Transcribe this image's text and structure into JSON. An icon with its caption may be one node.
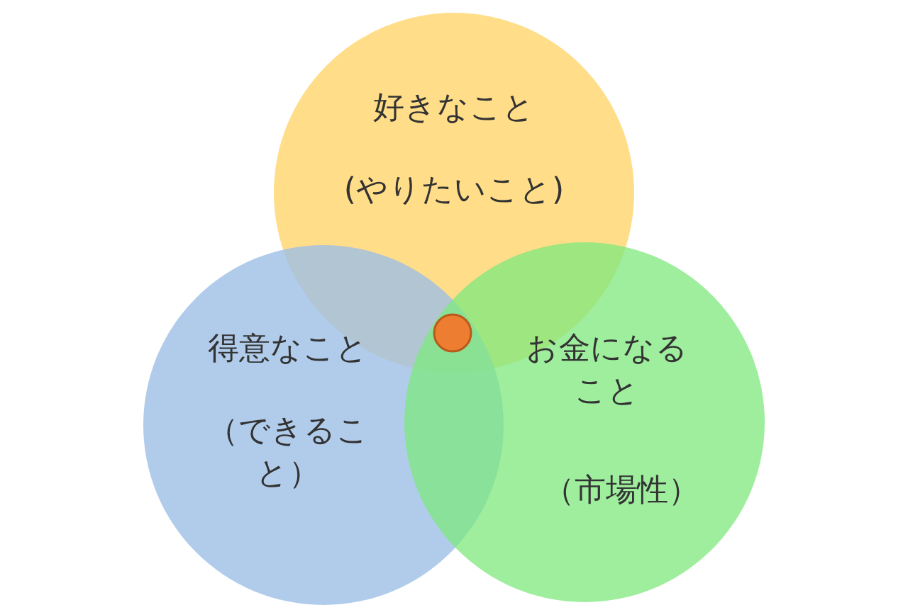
{
  "diagram": {
    "nodes": [
      {
        "text": [
          "好きなこと",
          "(やりたいこと)"
        ]
      },
      {
        "text": [
          "得意なこと",
          "（できること）"
        ]
      },
      {
        "text": [
          "お金になること",
          "（市場性）"
        ]
      },
      {
        "text": [],
        "shape": "circle"
      }
    ]
  }
}
